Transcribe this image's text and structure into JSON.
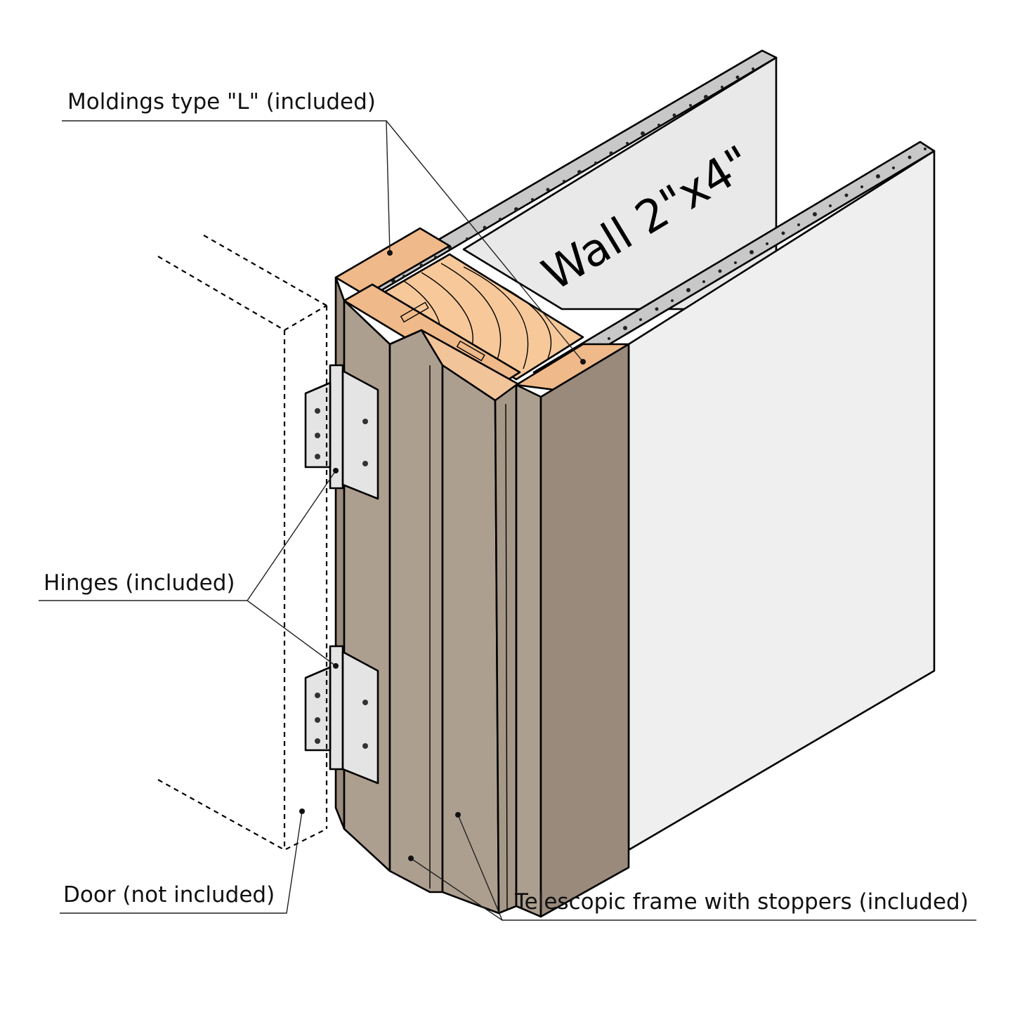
{
  "labels": {
    "moldings": "Moldings type \"L\" (included)",
    "wall": "Wall 2\"x4\"",
    "hinges": "Hinges (included)",
    "door": "Door (not included)",
    "frame": "Telescopic frame with stoppers (included)"
  },
  "colors": {
    "frame_front": "#ad9f8f",
    "frame_side": "#9a8b7c",
    "wood_core": "#f6c89a",
    "wood_top": "#efb98a",
    "drywall_face": "#efefef",
    "drywall_edge": "#bdbdbd",
    "hinge_metal": "#e4e4e4"
  },
  "icons": [
    "hinge-icon",
    "hinge-icon",
    "dot-marker"
  ]
}
